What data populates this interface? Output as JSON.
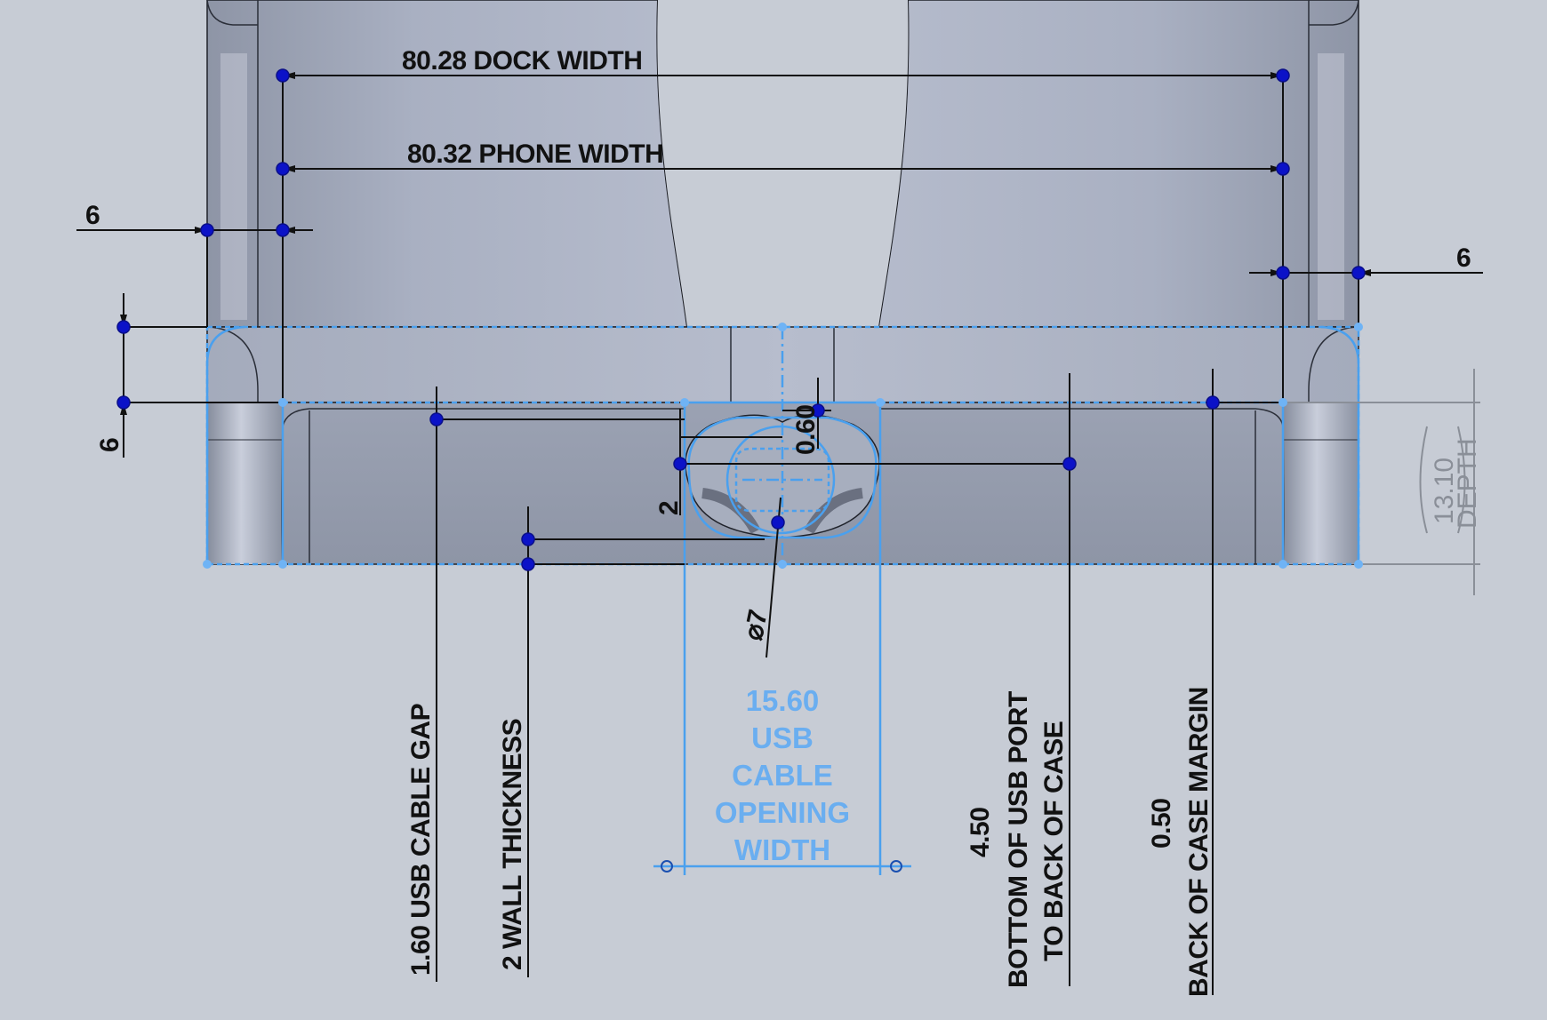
{
  "dimensions": {
    "dock_width": "80.28 DOCK WIDTH",
    "phone_width": "80.32 PHONE WIDTH",
    "left_offset": "6",
    "right_offset": "6",
    "vertical_offset": "6",
    "usb_slot_height": "0.60",
    "usb_wall_step": "2",
    "hole_diameter": "⌀7",
    "opening_value": "15.60",
    "opening_line1": "USB",
    "opening_line2": "CABLE",
    "opening_line3": "OPENING",
    "opening_line4": "WIDTH",
    "depth_value": "13.10",
    "depth_label": "DEPTH",
    "usb_cable_gap": "1.60 USB CABLE GAP",
    "wall_thickness": "2 WALL THICKNESS",
    "port_value": "4.50",
    "port_line1": "BOTTOM OF USB PORT",
    "port_line2": "TO BACK OF CASE",
    "margin_value": "0.50",
    "margin_label": "BACK OF CASE MARGIN"
  },
  "colors": {
    "background": "#c7ccd5",
    "part_body": "#a6adbd",
    "sketch_blue": "#4aa0ee",
    "dimension_black": "#111111",
    "point_blue": "#0b12c8",
    "driven_gray": "#8a8f98"
  }
}
